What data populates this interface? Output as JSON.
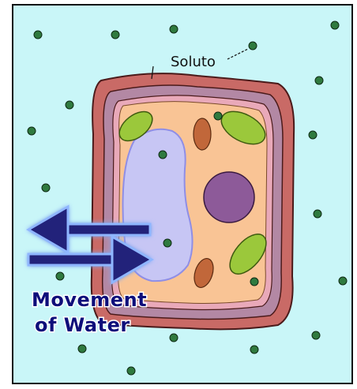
{
  "diagram": {
    "solute_label": "Soluto",
    "water_label_line1": "Movement",
    "water_label_line2": "of Water"
  },
  "colors": {
    "solution": "#c9f6f8",
    "border": "#111111",
    "cell_wall": "#c96a66",
    "cell_membrane": "#b388a4",
    "cytoplasm": "#f9c495",
    "vacuole": "#c7c6f4",
    "vacuole_outline": "#8f8ee6",
    "nucleus": "#8d5a99",
    "chloroplast": "#9bc83b",
    "mitochondria": "#c1673a",
    "solute_particle": "#2f7a3f",
    "arrow": "#23217a",
    "arrow_glow": "#8fb6ff",
    "label_text": "#0e0e7a"
  }
}
